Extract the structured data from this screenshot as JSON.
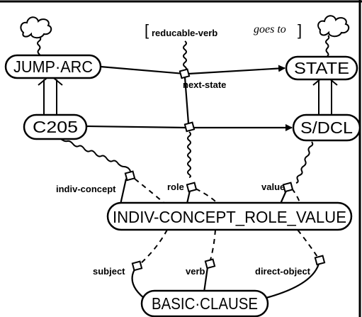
{
  "nodes": {
    "jump_arc": "JUMP·ARC",
    "state": "STATE",
    "c205": "C205",
    "s_dcl": "S/DCL",
    "indiv_concept_role_value": "INDIV-CONCEPT_ROLE_VALUE",
    "basic_clause": "BASIC·CLAUSE"
  },
  "labels": {
    "annotation_main": "reducable-verb",
    "annotation_italic": "goes to",
    "next_state": "next-state",
    "indiv_concept": "indiv-concept",
    "role": "role",
    "value": "value",
    "subject": "subject",
    "verb": "verb",
    "direct_object": "direct-object"
  }
}
